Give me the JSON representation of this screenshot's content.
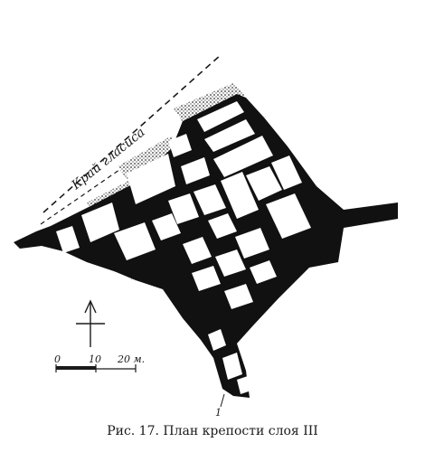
{
  "figure": {
    "glacis_label": "Край гласиса",
    "caption": "Рис. 17. План крепости слоя III"
  },
  "scale_bar": {
    "tick_0": "0",
    "tick_10": "10",
    "tick_20": "20 м."
  },
  "marker": {
    "label": "1"
  },
  "colors": {
    "wall": "#111111",
    "paper": "#ffffff",
    "ink": "#1a1a1a"
  }
}
